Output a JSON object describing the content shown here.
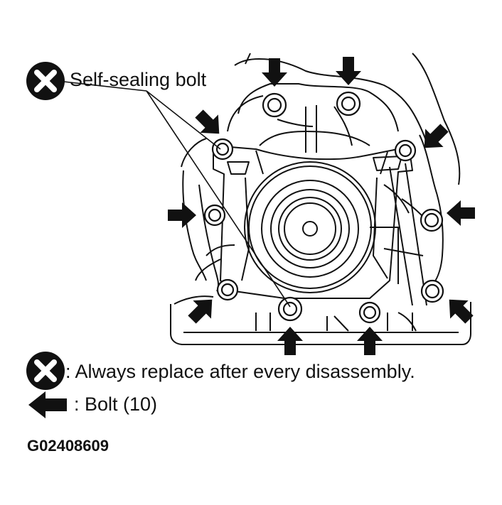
{
  "callout": {
    "label": "Self-sealing bolt",
    "icon": "self-sealing-bolt-icon"
  },
  "legend": [
    {
      "icon": "self-sealing-bolt-icon",
      "text": ": Always replace after every disassembly."
    },
    {
      "icon": "bolt-arrow-icon",
      "text": ": Bolt (10)"
    }
  ],
  "figure_id": "G02408609",
  "colors": {
    "ink": "#111111",
    "background": "#ffffff"
  }
}
